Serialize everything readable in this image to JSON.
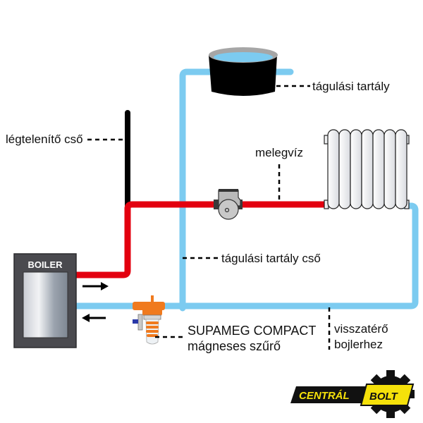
{
  "labels": {
    "expansion_tank": "tágulási tartály",
    "vent_pipe": "légtelenítő cső",
    "hot_water": "melegvíz",
    "expansion_tank_pipe": "tágulási tartály cső",
    "filter_line1": "SUPAMEG COMPACT",
    "filter_line2": "mágneses szűrő",
    "return_line1": "visszatérő",
    "return_line2": "bojlerhez",
    "boiler": "BOILER"
  },
  "logo": {
    "left_text": "CENTRÁL",
    "right_text": "BOLT"
  },
  "colors": {
    "hot_pipe": "#e3000f",
    "cold_pipe": "#7ccbf0",
    "vent_pipe": "#000000",
    "boiler_body": "#4a4a4f",
    "filter": "#f07a1e",
    "logo_yellow": "#f5e10a",
    "logo_black": "#111111"
  }
}
